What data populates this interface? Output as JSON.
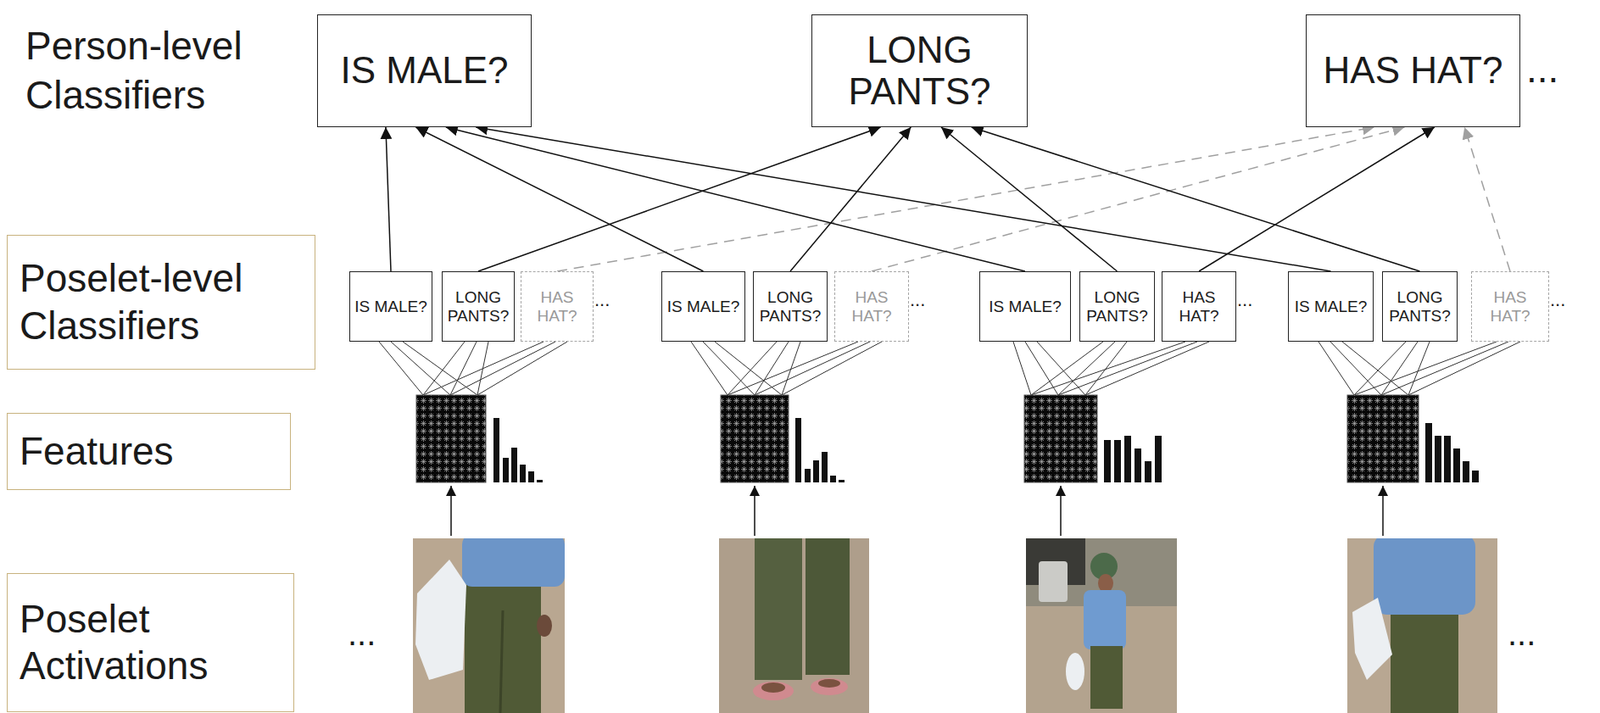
{
  "diagram": {
    "nodes": [
      {
        "text": [
          "IS MALE?"
        ]
      },
      {
        "text": [
          "LONG PANTS?"
        ]
      },
      {
        "text": [
          "HAS HAT?"
        ]
      },
      {
        "text": [
          "Poselet-level Classifiers"
        ]
      },
      {
        "text": [
          "IS MALE?"
        ]
      },
      {
        "text": [
          "LONG PANTS?"
        ]
      },
      {
        "text": [
          "HAS HAT?"
        ]
      },
      {
        "text": [
          "IS MALE?"
        ]
      },
      {
        "text": [
          "LONG PANTS?"
        ]
      },
      {
        "text": [
          "HAS HAT?"
        ]
      },
      {
        "text": [
          "IS MALE?"
        ]
      },
      {
        "text": [
          "LONG PANTS?"
        ]
      },
      {
        "text": [
          "HAS HAT?"
        ]
      },
      {
        "text": [
          "IS MALE?"
        ]
      },
      {
        "text": [
          "LONG PANTS?"
        ]
      },
      {
        "text": [
          "HAS HAT?"
        ]
      },
      {
        "text": [
          "Features"
        ]
      },
      {
        "text": [
          "Poselet Activations"
        ]
      }
    ],
    "edges": [
      {
        "from": 4,
        "to": 0,
        "arrow": "to"
      },
      {
        "from": 5,
        "to": 1,
        "arrow": "to"
      },
      {
        "from": 6,
        "to": 2,
        "arrow": "to"
      },
      {
        "from": 7,
        "to": 0,
        "arrow": "to"
      },
      {
        "from": 8,
        "to": 1,
        "arrow": "to"
      },
      {
        "from": 9,
        "to": 2,
        "arrow": "to"
      },
      {
        "from": 10,
        "to": 0,
        "arrow": "to"
      },
      {
        "from": 11,
        "to": 1,
        "arrow": "to"
      },
      {
        "from": 12,
        "to": 2,
        "arrow": "to"
      },
      {
        "from": 13,
        "to": 0,
        "arrow": "to"
      },
      {
        "from": 14,
        "to": 1,
        "arrow": "to"
      },
      {
        "from": 15,
        "to": 2,
        "arrow": "to"
      }
    ],
    "labels": [
      "Person-level Classifiers",
      "...",
      "...",
      "...",
      "...",
      "...",
      "...",
      "..."
    ]
  }
}
